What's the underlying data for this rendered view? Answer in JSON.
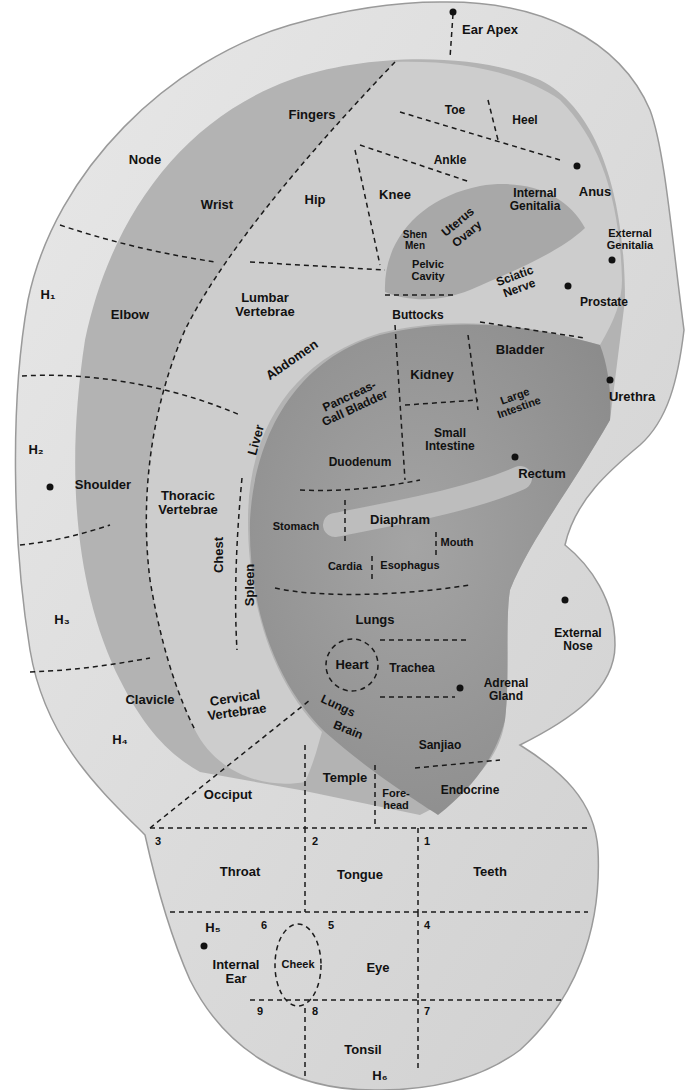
{
  "diagram": {
    "nodes": [
      {
        "text": [
          "Heart"
        ]
      },
      {
        "text": [
          "Cheek"
        ]
      }
    ],
    "labels": [
      "Ear Apex",
      "Fingers",
      "Toe",
      "Heel",
      "Ankle",
      "Knee",
      "Node",
      "Anus",
      "Wrist",
      "Hip",
      "Uterus",
      "Ovary",
      "Internal Genitalia",
      "External Genitalia",
      "Shen Men",
      "Pelvic Cavity",
      "Sciatic Nerve",
      "Prostate",
      "H₁",
      "Elbow",
      "Lumbar Vertebrae",
      "Buttocks",
      "Bladder",
      "Abdomen",
      "Kidney",
      "Pancreas- Gall Bladder",
      "Large Intestine",
      "Urethra",
      "H₂",
      "Shoulder",
      "Thoracic Vertebrae",
      "Liver",
      "Duodenum",
      "Small Intestine",
      "Rectum",
      "Chest",
      "Stomach",
      "Diaphram",
      "Mouth",
      "Cardia",
      "Esophagus",
      "Spleen",
      "H₃",
      "Lungs",
      "Trachea",
      "External Nose",
      "Adrenal Gland",
      "Clavicle",
      "Cervical Vertebrae",
      "H₄",
      "Lungs",
      "Brain",
      "Sanjiao",
      "Temple",
      "Occiput",
      "Fore- head",
      "Endocrine",
      "3",
      "2",
      "1",
      "Throat",
      "Tongue",
      "Teeth",
      "H₅",
      "6",
      "5",
      "4",
      "Internal Ear",
      "Eye",
      "9",
      "8",
      "7",
      "Tonsil",
      "H₆"
    ]
  }
}
